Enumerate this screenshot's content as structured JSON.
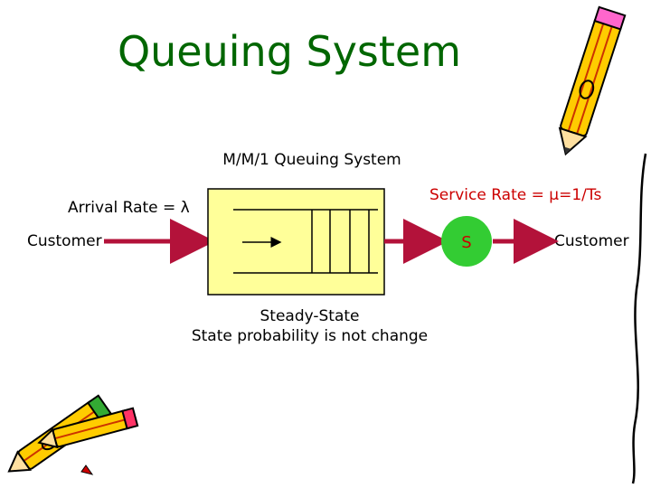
{
  "slide": {
    "title": "Queuing System",
    "subtitle": "M/M/1 Queuing System",
    "arrival_label": "Arrival Rate = λ",
    "service_label": "Service Rate = μ=1/Ts",
    "customer_in": "Customer",
    "customer_out": "Customer",
    "server_label": "S",
    "steady_title": "Steady-State",
    "steady_desc": "State probability is not change"
  },
  "colors": {
    "title": "#006600",
    "arrow": "#b3123a",
    "queue_fill": "#ffff99",
    "server_fill": "#33cc33",
    "service_text": "#cc0000"
  },
  "icons": [
    "pencil-icon-top-right",
    "pencils-icon-bottom-left"
  ]
}
